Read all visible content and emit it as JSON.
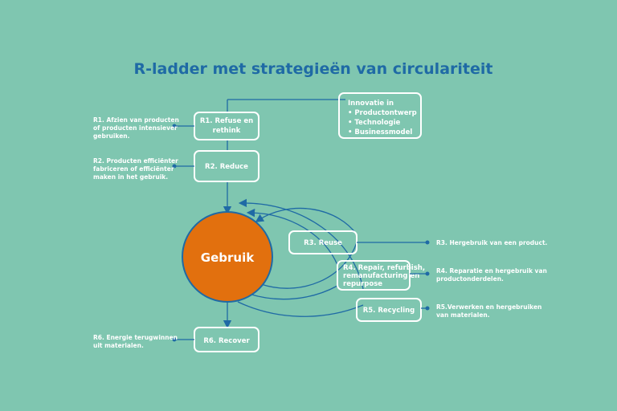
{
  "title": "R-ladder met strategieën van circulariteit",
  "innovation": {
    "heading": "Innovatie in",
    "items": [
      "• Productontwerp",
      "• Technologie",
      "• Businessmodel"
    ]
  },
  "center": "Gebruik",
  "boxes": {
    "r1": [
      "R1. Refuse en",
      "rethink"
    ],
    "r2": [
      "R2. Reduce"
    ],
    "r3": [
      "R3. Reuse"
    ],
    "r4": [
      "R4. Repair, refurbish,",
      "remanufacturing en",
      "repurpose"
    ],
    "r5": [
      "R5. Recycling"
    ],
    "r6": [
      "R6. Recover"
    ]
  },
  "notes": {
    "r1": [
      "R1. Afzien van producten",
      "of producten intensiever",
      "gebruiken."
    ],
    "r2": [
      "R2. Producten efficiënter",
      "fabriceren of efficiënter",
      "maken in het gebruik."
    ],
    "r3": [
      "R3. Hergebruik van een product."
    ],
    "r4": [
      "R4. Reparatie en hergebruik van",
      "productonderdelen."
    ],
    "r5": [
      "R5.Verwerken en hergebruiken",
      "van materialen."
    ],
    "r6": [
      "R6. Energie terugwinnen",
      "uit materialen."
    ]
  },
  "colors": {
    "background": "#7fc6b0",
    "accent": "#1f6aa5",
    "center": "#e2700e",
    "box_stroke": "#ffffff"
  }
}
